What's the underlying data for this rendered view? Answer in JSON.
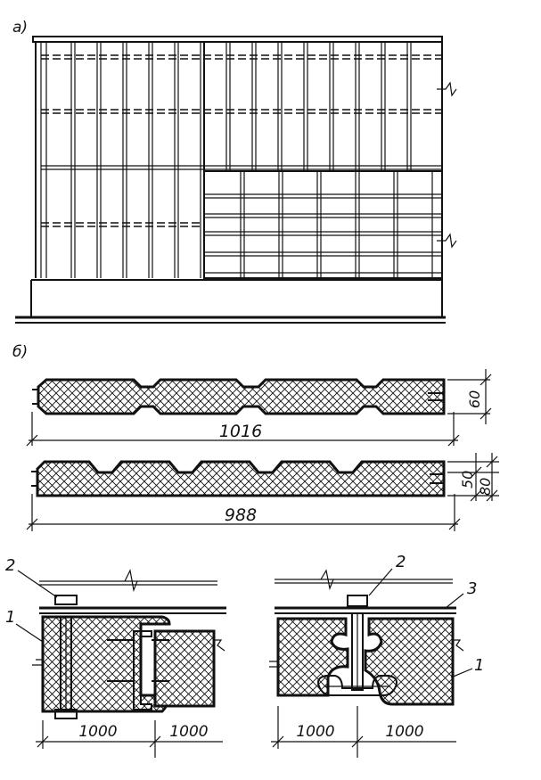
{
  "labels": {
    "part_a": "а)",
    "part_b": "б)"
  },
  "dimensions": {
    "panel1_width": "1016",
    "panel1_thickness": "60",
    "panel2_width": "988",
    "panel2_thickness_inner": "50",
    "panel2_thickness_outer": "80",
    "joint1_left": "1000",
    "joint1_right": "1000",
    "joint2_left": "1000",
    "joint2_right": "1000"
  },
  "callouts": {
    "joint1_item1": "1",
    "joint1_item2": "2",
    "joint2_item1": "1",
    "joint2_item2": "2",
    "joint2_item3": "3"
  },
  "colors": {
    "ink": "#111111",
    "paper": "#ffffff"
  }
}
